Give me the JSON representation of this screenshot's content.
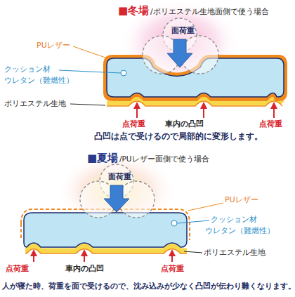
{
  "diagram": {
    "nodes": [
      {
        "text": [
          "面荷重"
        ]
      },
      {
        "text": [
          "面荷重"
        ]
      }
    ],
    "labels": [
      "■冬場",
      "/ポリエステル生地面側で使う場合",
      "PUレザー",
      "クッション材",
      "ウレタン（難燃性）",
      "ポリエステル生地",
      "点荷重",
      "車内の凸凹",
      "点荷重",
      "凸凹は点で受けるので局部的に変形します。",
      "■夏場",
      "/PUレザー面側で使う場合",
      "PUレザー",
      "クッション材",
      "ウレタン（難燃性）",
      "点荷重",
      "車内の凸凹",
      "点荷重",
      "ポリエステル生地",
      "人が寝た時、荷重を面で受けるので、沈み込みが少なく凸凹が伝わり難くなります。"
    ]
  }
}
